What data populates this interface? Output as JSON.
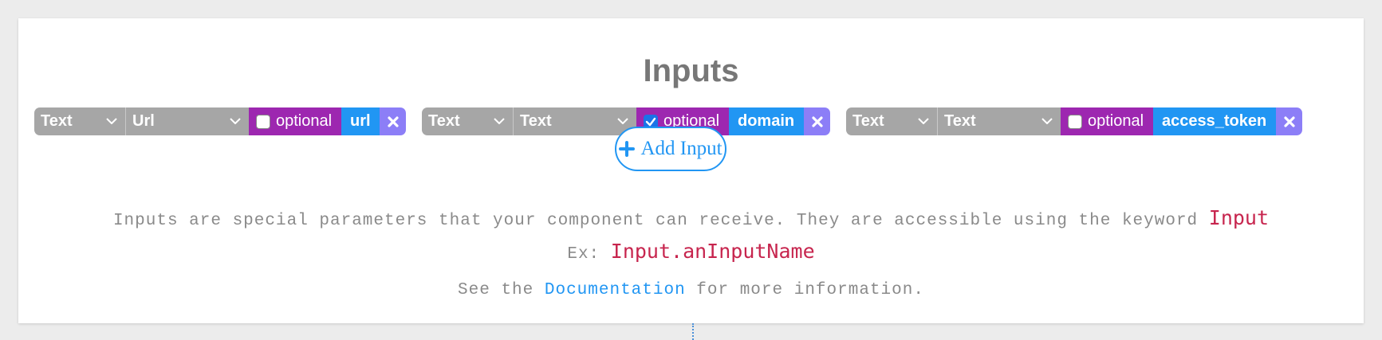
{
  "section": {
    "title": "Inputs",
    "add_button_label": "Add Input"
  },
  "inputs": [
    {
      "type": "Text",
      "subtype": "Url",
      "optional_label": "optional",
      "optional_checked": false,
      "name": "url"
    },
    {
      "type": "Text",
      "subtype": "Text",
      "optional_label": "optional",
      "optional_checked": true,
      "name": "domain"
    },
    {
      "type": "Text",
      "subtype": "Text",
      "optional_label": "optional",
      "optional_checked": false,
      "name": "access_token"
    }
  ],
  "help": {
    "line1_text": "Inputs are special parameters that your component can receive. They are accessible using the keyword",
    "line1_keyword": "Input",
    "line2_prefix": "Ex:",
    "line2_example": "Input.anInputName",
    "line3_prefix": "See the",
    "line3_link": "Documentation",
    "line3_suffix": "for more information."
  },
  "colors": {
    "select_bg": "#a6a6a6",
    "optional_bg": "#9d27b0",
    "name_bg": "#2196f3",
    "delete_bg": "#8c7ef7",
    "keyword": "#c7254e",
    "link": "#2196f3"
  },
  "icons": {
    "chevron": "chevron-down-icon",
    "delete": "close-icon",
    "add": "plus-icon",
    "checkbox_checked": "check-icon"
  }
}
